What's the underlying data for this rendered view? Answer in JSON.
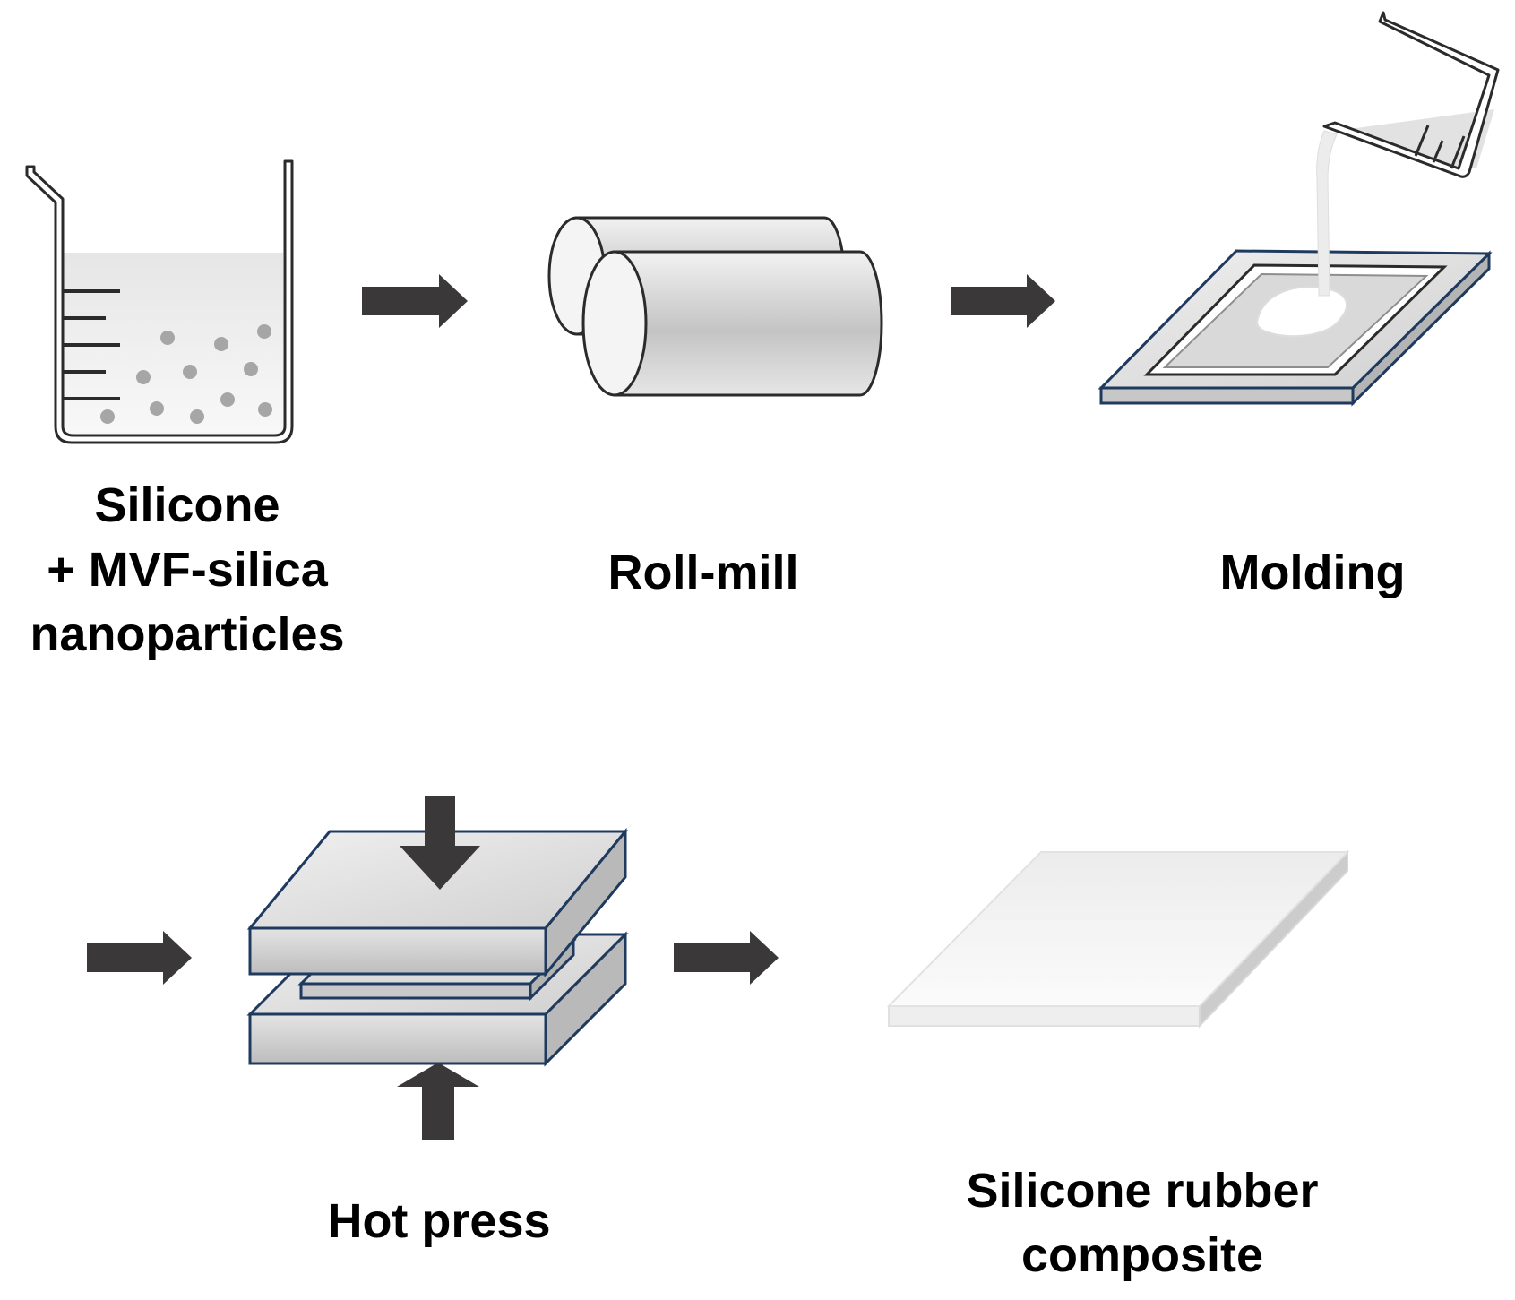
{
  "steps": [
    {
      "id": "mixing",
      "label_lines": [
        "Silicone",
        "+ MVF-silica",
        "nanoparticles"
      ]
    },
    {
      "id": "roll_mill",
      "label_lines": [
        "Roll-mill"
      ]
    },
    {
      "id": "molding",
      "label_lines": [
        "Molding"
      ]
    },
    {
      "id": "hot_press",
      "label_lines": [
        "Hot press"
      ]
    },
    {
      "id": "product",
      "label_lines": [
        "Silicone rubber",
        "composite"
      ]
    }
  ],
  "colors": {
    "arrow": "#3a3838",
    "outline": "#2b2b2b",
    "plate_edge": "#1f3a5f",
    "metal_light": "#e9e9e9",
    "metal_mid": "#c8c8c8",
    "particle": "#a6a6a6",
    "liquid": "#f1f1f1",
    "product_sheet": "#f5f5f5"
  }
}
